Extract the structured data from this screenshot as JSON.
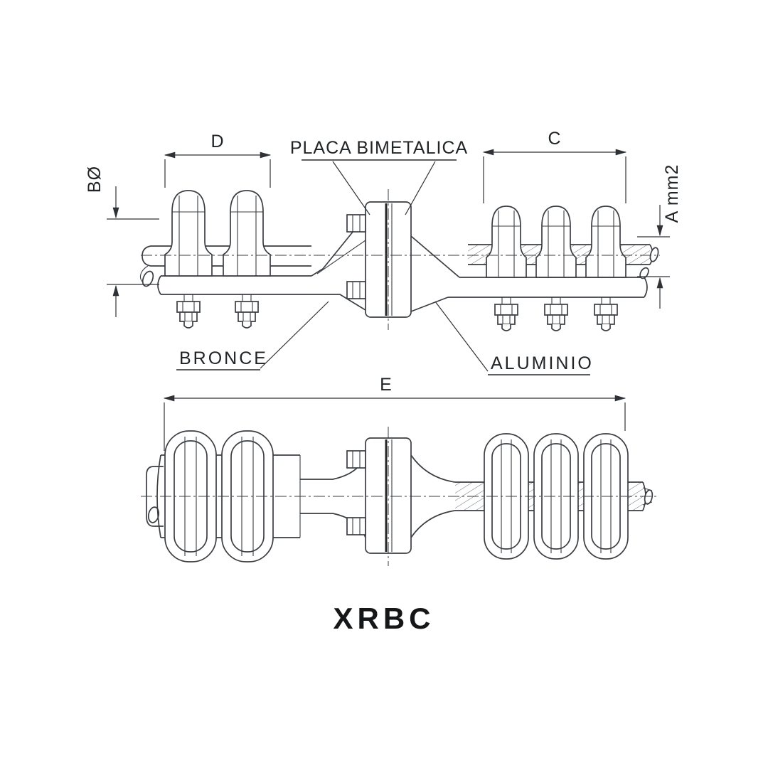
{
  "title": {
    "model": "XRBC"
  },
  "labels": {
    "dim_d": "D",
    "dim_c": "C",
    "dim_e": "E",
    "dim_b_diameter": "BØ",
    "dim_a_mm2": "A mm2",
    "bimetallic_plate": "PLACA BIMETALICA",
    "bronze": "BRONCE",
    "aluminum": "ALUMINIO"
  },
  "colors": {
    "line": "#3a3e42",
    "text": "#202427",
    "background": "#ffffff"
  }
}
